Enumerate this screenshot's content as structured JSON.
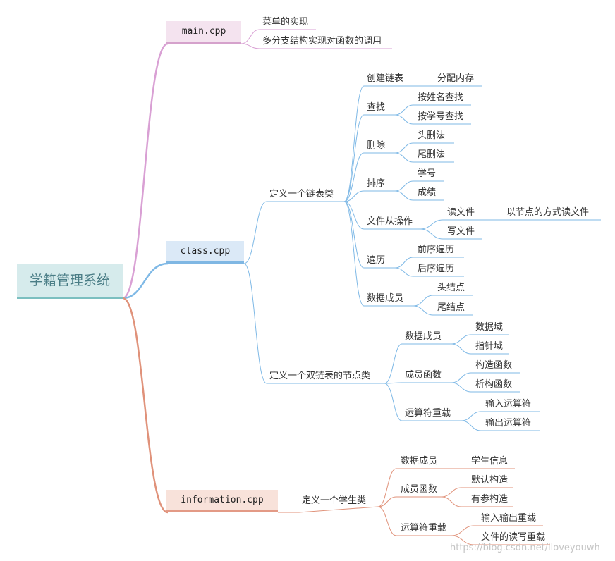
{
  "root": "学籍管理系统",
  "files": {
    "main": "main.cpp",
    "class": "class.cpp",
    "information": "information.cpp"
  },
  "main_branch": {
    "menu": "菜单的实现",
    "multi_branch": "多分支结构实现对函数的调用"
  },
  "class_branch": {
    "linked_list": "定义一个链表类",
    "create": "创建链表",
    "alloc": "分配内存",
    "find": "查找",
    "find_by_name": "按姓名查找",
    "find_by_id": "按学号查找",
    "delete": "删除",
    "head_delete": "头删法",
    "tail_delete": "尾删法",
    "sort": "排序",
    "sort_id": "学号",
    "sort_score": "成绩",
    "file_ops": "文件从操作",
    "read_file": "读文件",
    "read_nodes": "以节点的方式读文件",
    "write_file": "写文件",
    "traverse": "遍历",
    "preorder": "前序遍历",
    "postorder": "后序遍历",
    "data_members": "数据成员",
    "head_node": "头结点",
    "tail_node": "尾结点",
    "node_class": "定义一个双链表的节点类",
    "node_data_members": "数据成员",
    "data_field": "数据域",
    "pointer_field": "指针域",
    "member_functions": "成员函数",
    "constructor": "构造函数",
    "destructor": "析构函数",
    "operator_overload": "运算符重载",
    "input_operator": "输入运算符",
    "output_operator": "输出运算符"
  },
  "info_branch": {
    "student_class": "定义一个学生类",
    "data_members": "数据成员",
    "student_info": "学生信息",
    "member_functions": "成员函数",
    "default_ctor": "默认构造",
    "param_ctor": "有参构造",
    "operator_overload": "运算符重载",
    "io_overload": "输入输出重载",
    "file_rw_overload": "文件的读写重载"
  },
  "watermark": "https://blog.csdn.net/iloveyouwh",
  "colors": {
    "main_branch": "#d9a0d4",
    "class_branch": "#7fb9e6",
    "info_branch": "#e0927a",
    "root_fill": "#d6ebec",
    "root_text": "#4a7d86"
  }
}
